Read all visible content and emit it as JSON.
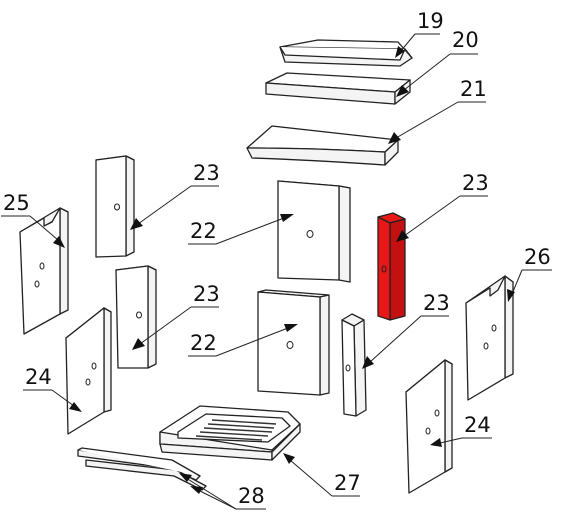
{
  "diagram": {
    "highlight_color": "#e81818",
    "line_color": "#222222",
    "callouts": [
      {
        "id": "c19",
        "label": "19"
      },
      {
        "id": "c20",
        "label": "20"
      },
      {
        "id": "c21",
        "label": "21"
      },
      {
        "id": "c23a",
        "label": "23"
      },
      {
        "id": "c22a",
        "label": "22"
      },
      {
        "id": "c23b",
        "label": "23"
      },
      {
        "id": "c25",
        "label": "25"
      },
      {
        "id": "c23c",
        "label": "23"
      },
      {
        "id": "c22b",
        "label": "22"
      },
      {
        "id": "c23d",
        "label": "23"
      },
      {
        "id": "c26",
        "label": "26"
      },
      {
        "id": "c24a",
        "label": "24"
      },
      {
        "id": "c24b",
        "label": "24"
      },
      {
        "id": "c27",
        "label": "27"
      },
      {
        "id": "c28",
        "label": "28"
      }
    ]
  }
}
